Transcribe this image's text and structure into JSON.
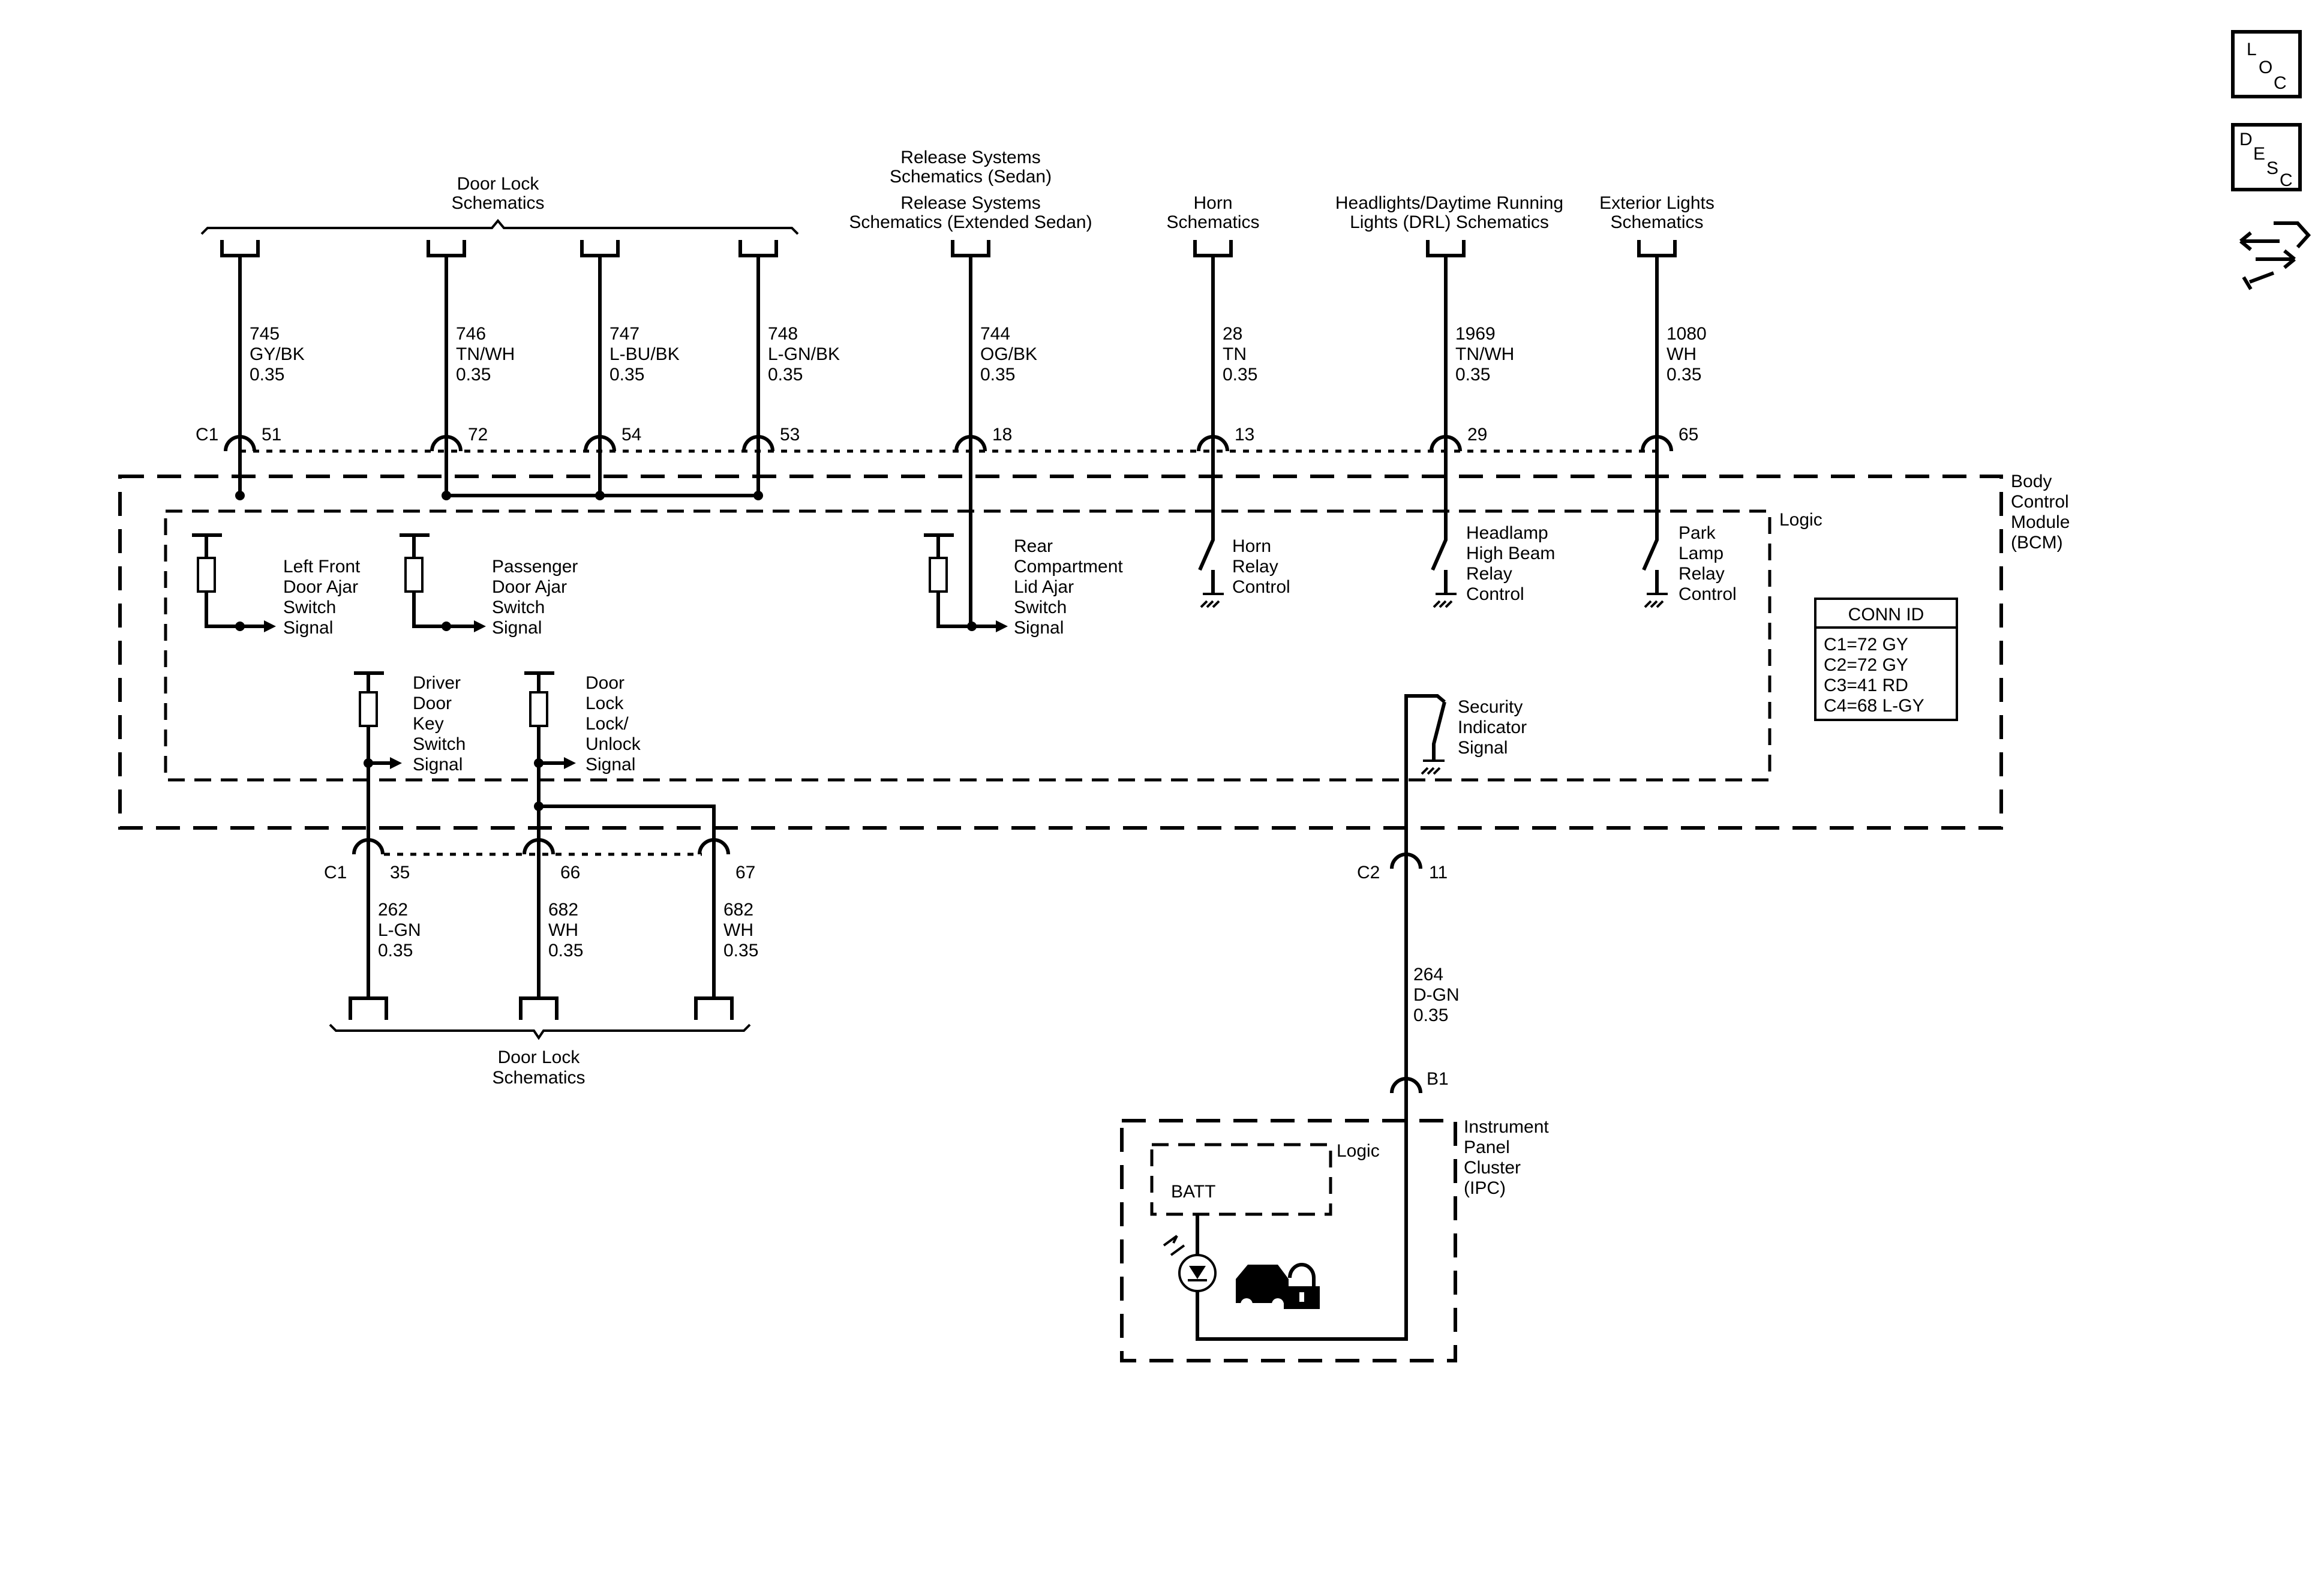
{
  "icons": {
    "loc": [
      "L",
      "O",
      "C"
    ],
    "desc": [
      "D",
      "E",
      "S",
      "C"
    ],
    "tool": "wrench-arrows-icon"
  },
  "refs": {
    "door_lock_top": [
      "Door Lock",
      "Schematics"
    ],
    "release": [
      "Release Systems",
      "Schematics (Sedan)",
      "Release Systems",
      "Schematics (Extended Sedan)"
    ],
    "horn": [
      "Horn",
      "Schematics"
    ],
    "headlights": [
      "Headlights/Daytime Running",
      "Lights (DRL) Schematics"
    ],
    "exterior": [
      "Exterior Lights",
      "Schematics"
    ],
    "door_lock_bottom": [
      "Door Lock",
      "Schematics"
    ]
  },
  "top_wires": [
    {
      "circuit": "745",
      "color": "GY/BK",
      "size": "0.35",
      "pin": "51"
    },
    {
      "circuit": "746",
      "color": "TN/WH",
      "size": "0.35",
      "pin": "72"
    },
    {
      "circuit": "747",
      "color": "L-BU/BK",
      "size": "0.35",
      "pin": "54"
    },
    {
      "circuit": "748",
      "color": "L-GN/BK",
      "size": "0.35",
      "pin": "53"
    },
    {
      "circuit": "744",
      "color": "OG/BK",
      "size": "0.35",
      "pin": "18"
    },
    {
      "circuit": "28",
      "color": "TN",
      "size": "0.35",
      "pin": "13"
    },
    {
      "circuit": "1969",
      "color": "TN/WH",
      "size": "0.35",
      "pin": "29"
    },
    {
      "circuit": "1080",
      "color": "WH",
      "size": "0.35",
      "pin": "65"
    }
  ],
  "bottom_wires": [
    {
      "circuit": "262",
      "color": "L-GN",
      "size": "0.35",
      "pin": "35"
    },
    {
      "circuit": "682",
      "color": "WH",
      "size": "0.35",
      "pin": "66"
    },
    {
      "circuit": "682",
      "color": "WH",
      "size": "0.35",
      "pin": "67"
    }
  ],
  "ipc_wire": {
    "circuit": "264",
    "color": "D-GN",
    "size": "0.35",
    "pin_c2": "11",
    "pin_b1": "B1"
  },
  "connectors": {
    "c1_top": "C1",
    "c1_bottom": "C1",
    "c2": "C2"
  },
  "bcm": {
    "label": [
      "Body",
      "Control",
      "Module",
      "(BCM)"
    ],
    "logic": "Logic",
    "conn_id_title": "CONN ID",
    "conn_ids": [
      "C1=72 GY",
      "C2=72 GY",
      "C3=41 RD",
      "C4=68 L-GY"
    ],
    "signals": {
      "left_front": [
        "Left Front",
        "Door Ajar",
        "Switch",
        "Signal"
      ],
      "passenger": [
        "Passenger",
        "Door Ajar",
        "Switch",
        "Signal"
      ],
      "rear": [
        "Rear",
        "Compartment",
        "Lid Ajar",
        "Switch",
        "Signal"
      ],
      "horn": [
        "Horn",
        "Relay",
        "Control"
      ],
      "headlamp": [
        "Headlamp",
        "High Beam",
        "Relay",
        "Control"
      ],
      "park": [
        "Park",
        "Lamp",
        "Relay",
        "Control"
      ],
      "driver_key": [
        "Driver",
        "Door",
        "Key",
        "Switch",
        "Signal"
      ],
      "lock_unlock": [
        "Door",
        "Lock",
        "Lock/",
        "Unlock",
        "Signal"
      ],
      "security": [
        "Security",
        "Indicator",
        "Signal"
      ]
    }
  },
  "ipc": {
    "label": [
      "Instrument",
      "Panel",
      "Cluster",
      "(IPC)"
    ],
    "logic": "Logic",
    "batt": "BATT",
    "indicator_icon": "security-lock-icon"
  }
}
